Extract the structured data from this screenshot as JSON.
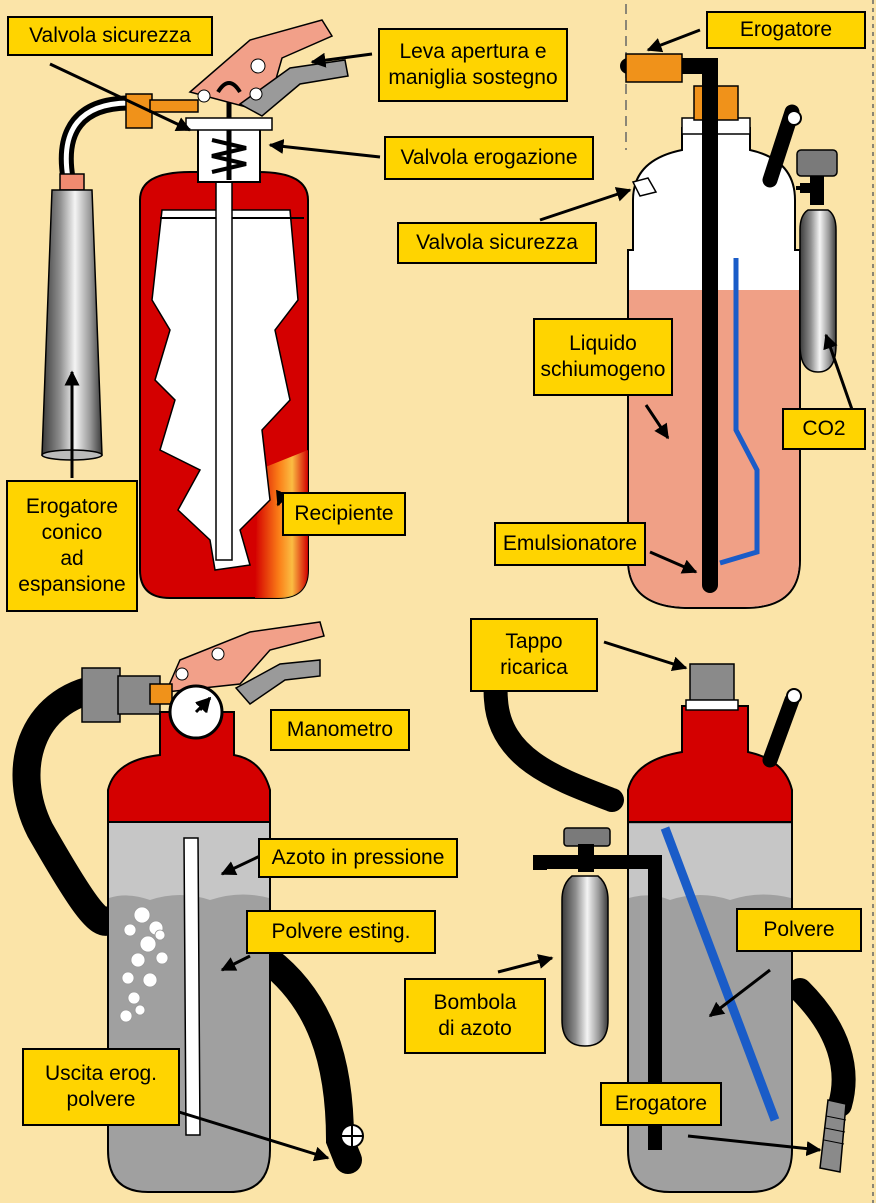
{
  "colors": {
    "background": "#fbe4a8",
    "label_fill": "#ffd400",
    "cylinder_red": "#d40000",
    "lever_salmon": "#f2a089",
    "foam_liquid": "#f0a086",
    "powder_gray": "#a0a0a0",
    "tube_blue": "#1a5cc8",
    "nozzle_orange": "#f0921a"
  },
  "panels": [
    {
      "id": "co2",
      "labels": {
        "valvola_sicurezza": "Valvola sicurezza",
        "leva": "Leva apertura e\nmaniglia sostegno",
        "valvola_erogazione": "Valvola erogazione",
        "recipiente": "Recipiente",
        "erogatore_conico": "Erogatore\nconico\nad\nespansione"
      }
    },
    {
      "id": "schiuma",
      "labels": {
        "erogatore": "Erogatore",
        "valvola_sicurezza": "Valvola sicurezza",
        "liquido": "Liquido\nschiumogeno",
        "co2": "CO2",
        "emulsionatore": "Emulsionatore"
      }
    },
    {
      "id": "polvere_pressurizzato",
      "labels": {
        "manometro": "Manometro",
        "azoto": "Azoto in pressione",
        "polvere": "Polvere esting.",
        "uscita": "Uscita erog.\npolvere"
      }
    },
    {
      "id": "polvere_bombola",
      "labels": {
        "tappo": "Tappo\nricarica",
        "polvere": "Polvere",
        "bombola": "Bombola\ndi azoto",
        "erogatore": "Erogatore"
      }
    }
  ]
}
